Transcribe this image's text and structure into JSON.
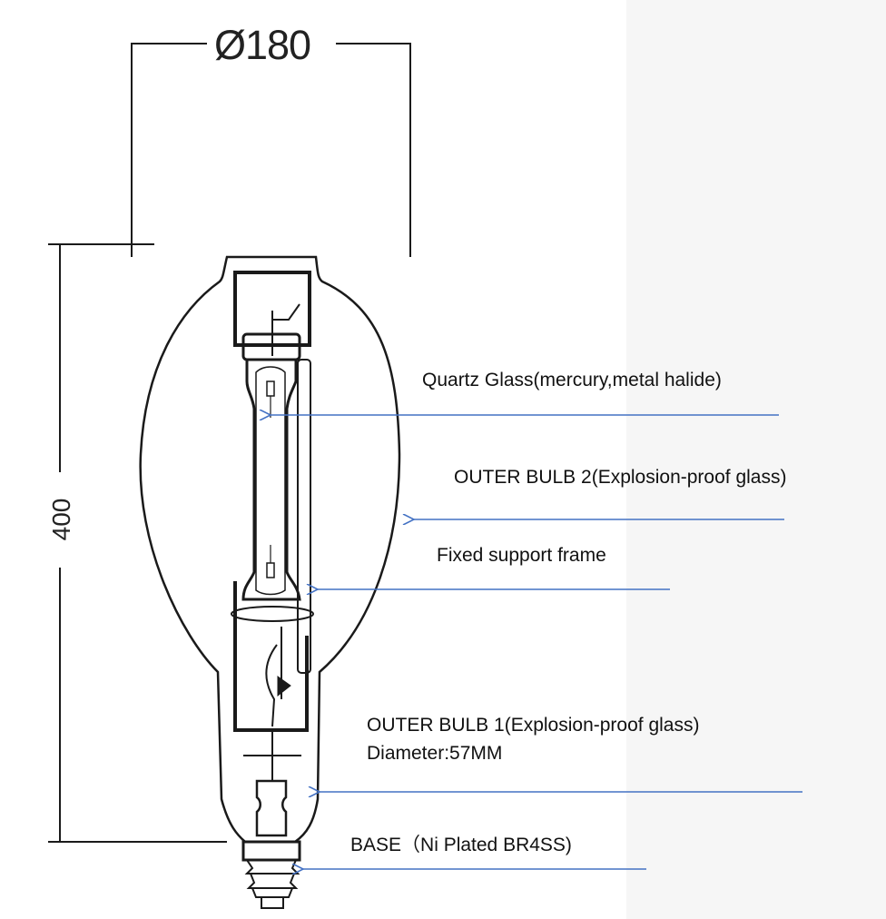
{
  "dimensions": {
    "diameter": "Ø180",
    "height": "400"
  },
  "labels": {
    "quartz": "Quartz Glass(mercury,metal halide)",
    "outer_bulb_2": "OUTER BULB 2(Explosion-proof glass)",
    "support_frame": "Fixed support frame",
    "outer_bulb_1": "OUTER BULB 1(Explosion-proof glass)",
    "diameter_spec": "Diameter:57MM",
    "base": "BASE（Ni  Plated  BR4SS)"
  },
  "colors": {
    "arrow": "#4472c4",
    "line": "#1a1a1a"
  }
}
